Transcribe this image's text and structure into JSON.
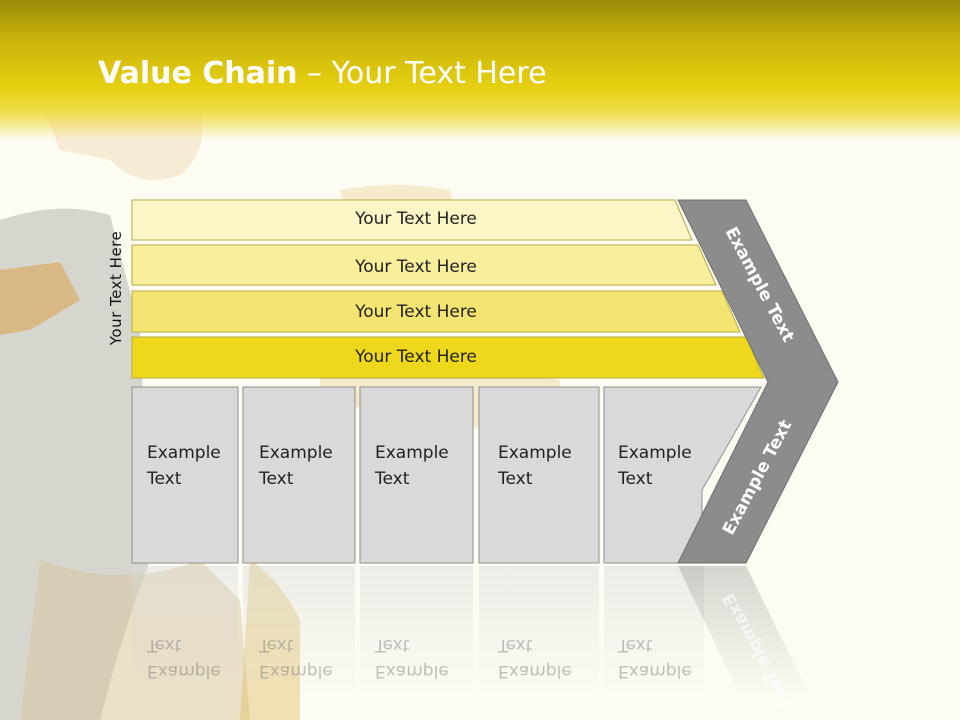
{
  "header": {
    "title_main": "Value Chain",
    "title_sub": " – Your Text Here"
  },
  "side_label": "Your Text Here",
  "bands": [
    {
      "label": "Your Text Here",
      "color": "#fcf6c6"
    },
    {
      "label": "Your Text Here",
      "color": "#f8ee9c"
    },
    {
      "label": "Your Text Here",
      "color": "#f4e572"
    },
    {
      "label": "Your Text Here",
      "color": "#efd81c"
    }
  ],
  "boxes": [
    {
      "line1": "Example",
      "line2": "Text"
    },
    {
      "line1": "Example",
      "line2": "Text"
    },
    {
      "line1": "Example",
      "line2": "Text"
    },
    {
      "line1": "Example",
      "line2": "Text"
    },
    {
      "line1": "Example",
      "line2": "Text"
    }
  ],
  "chevron": {
    "upper_text": "Example Text",
    "lower_text": "Example Text",
    "color": "#8c8c8c"
  },
  "colors": {
    "header": "#e6cf10",
    "box_fill": "#d9d9d9",
    "box_border": "#8f8f8f"
  }
}
